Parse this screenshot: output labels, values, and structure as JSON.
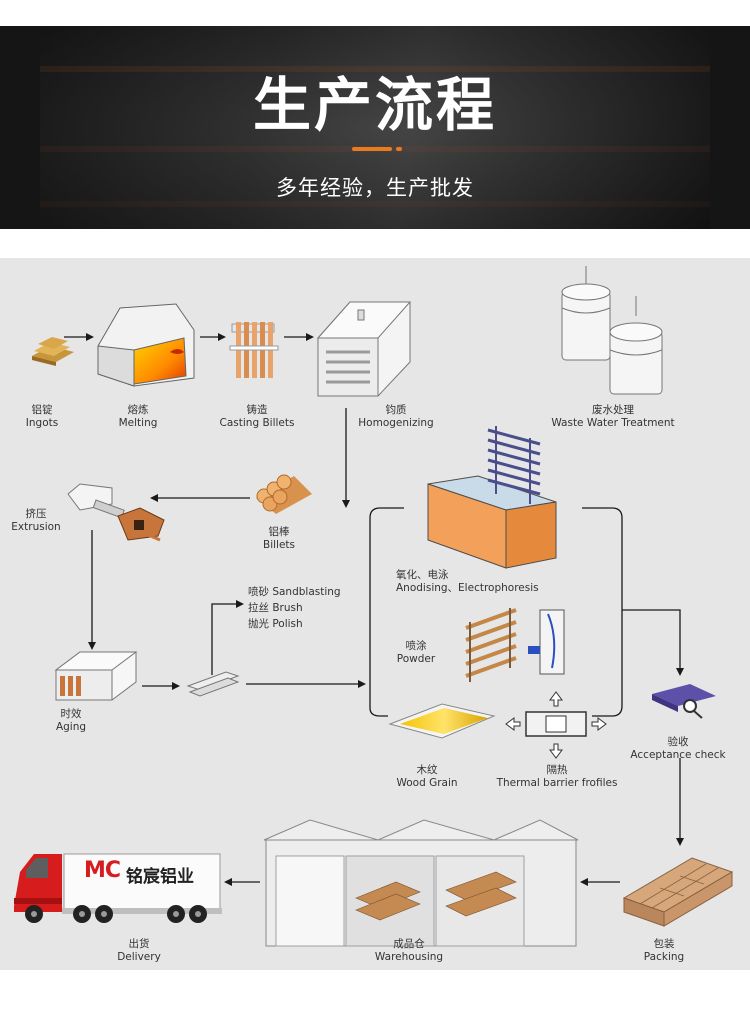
{
  "header": {
    "title": "生产流程",
    "subtitle": "多年经验，生产批发",
    "accent_color": "#e87a1f"
  },
  "diagram": {
    "background": "#e6e6e6",
    "steps": {
      "ingots": {
        "cn": "铝锭",
        "en": "Ingots"
      },
      "melting": {
        "cn": "熔炼",
        "en": "Melting"
      },
      "casting": {
        "cn": "铸造",
        "en": "Casting Billets"
      },
      "homogenizing": {
        "cn": "钧质",
        "en": "Homogenizing"
      },
      "waste": {
        "cn": "废水处理",
        "en": "Waste Water Treatment"
      },
      "extrusion": {
        "cn": "挤压",
        "en": "Extrusion"
      },
      "billets": {
        "cn": "铝棒",
        "en": "Billets"
      },
      "anodising": {
        "cn": "氧化、电泳",
        "en": "Anodising、Electrophoresis"
      },
      "sandblasting": "喷砂 Sandblasting",
      "brush": "拉丝 Brush",
      "polish": "抛光 Polish",
      "powder": {
        "cn": "喷涂",
        "en": "Powder"
      },
      "aging": {
        "cn": "时效",
        "en": "Aging"
      },
      "acceptance": {
        "cn": "验收",
        "en": "Acceptance check"
      },
      "woodgrain": {
        "cn": "木纹",
        "en": "Wood Grain"
      },
      "thermal": {
        "cn": "隔热",
        "en": "Thermal barrier frofiles"
      },
      "delivery": {
        "cn": "出货",
        "en": "Delivery"
      },
      "warehousing": {
        "cn": "成品仓",
        "en": "Warehousing"
      },
      "packing": {
        "cn": "包装",
        "en": "Packing"
      }
    },
    "truck_brand": {
      "logo": "MC",
      "name": "铭宸铝业"
    }
  }
}
